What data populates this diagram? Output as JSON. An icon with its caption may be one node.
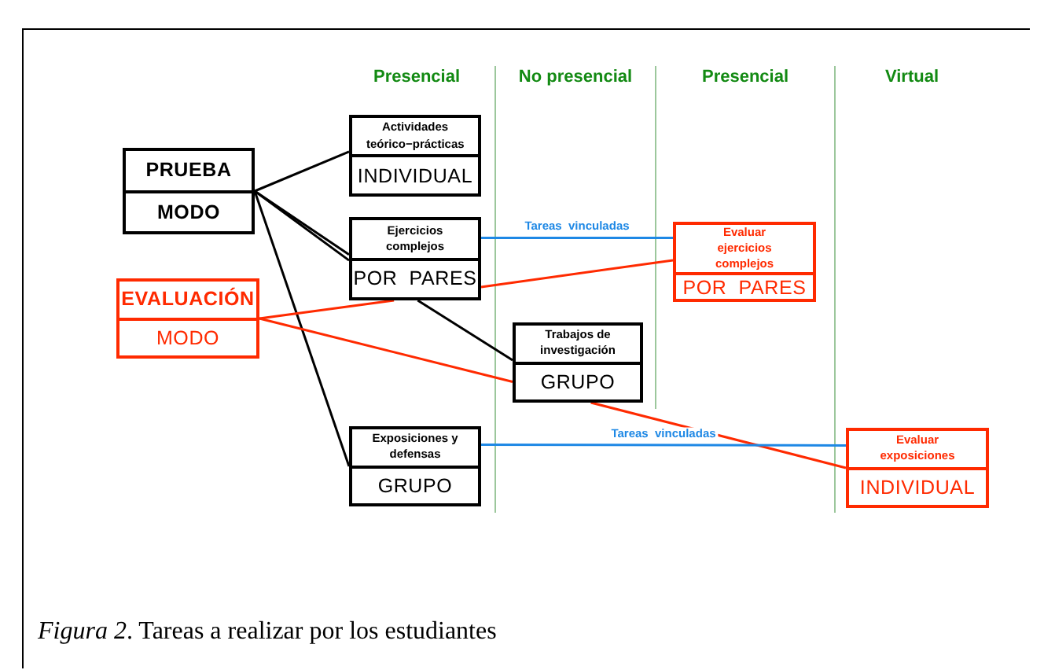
{
  "diagram": {
    "caption": "*Figura 2*. Tareas a realizar por los estudiantes",
    "nodes": [
      {
        "text": [
          "PRUEBA",
          "MODO"
        ]
      },
      {
        "text": [
          "EVALUACIÓN",
          "MODO"
        ]
      },
      {
        "text": [
          "Actividades teórico−prácticas",
          "INDIVIDUAL"
        ]
      },
      {
        "text": [
          "Ejercicios complejos",
          "POR  PARES"
        ]
      },
      {
        "text": [
          "Trabajos de investigación",
          "GRUPO"
        ]
      },
      {
        "text": [
          "Exposiciones y defensas",
          "GRUPO"
        ]
      },
      {
        "text": [
          "Evaluar ejercicios complejos",
          "POR  PARES"
        ]
      },
      {
        "text": [
          "Evaluar exposiciones",
          "INDIVIDUAL"
        ]
      }
    ],
    "edges": [
      {
        "from": 0,
        "to": 2,
        "arrow": "none"
      },
      {
        "from": 0,
        "to": 3,
        "arrow": "none"
      },
      {
        "from": 0,
        "to": 3,
        "arrow": "none"
      },
      {
        "from": 0,
        "to": 5,
        "arrow": "none"
      },
      {
        "from": 3,
        "to": 4,
        "arrow": "none"
      },
      {
        "from": 1,
        "to": 3,
        "arrow": "none",
        "color": "#ff2a00"
      },
      {
        "from": 3,
        "to": 6,
        "arrow": "none",
        "color": "#ff2a00"
      },
      {
        "from": 1,
        "to": 4,
        "arrow": "none",
        "color": "#ff2a00"
      },
      {
        "from": 4,
        "to": 7,
        "arrow": "none",
        "color": "#ff2a00"
      },
      {
        "from": 3,
        "to": 6,
        "arrow": "none",
        "color": "#1e88e5",
        "label": "Tareas  vinculadas"
      },
      {
        "from": 5,
        "to": 7,
        "arrow": "none",
        "color": "#1e88e5",
        "label": "Tareas  vinculadas"
      }
    ],
    "labels": [
      "Presencial",
      "No presencial",
      "Presencial",
      "Virtual"
    ]
  }
}
